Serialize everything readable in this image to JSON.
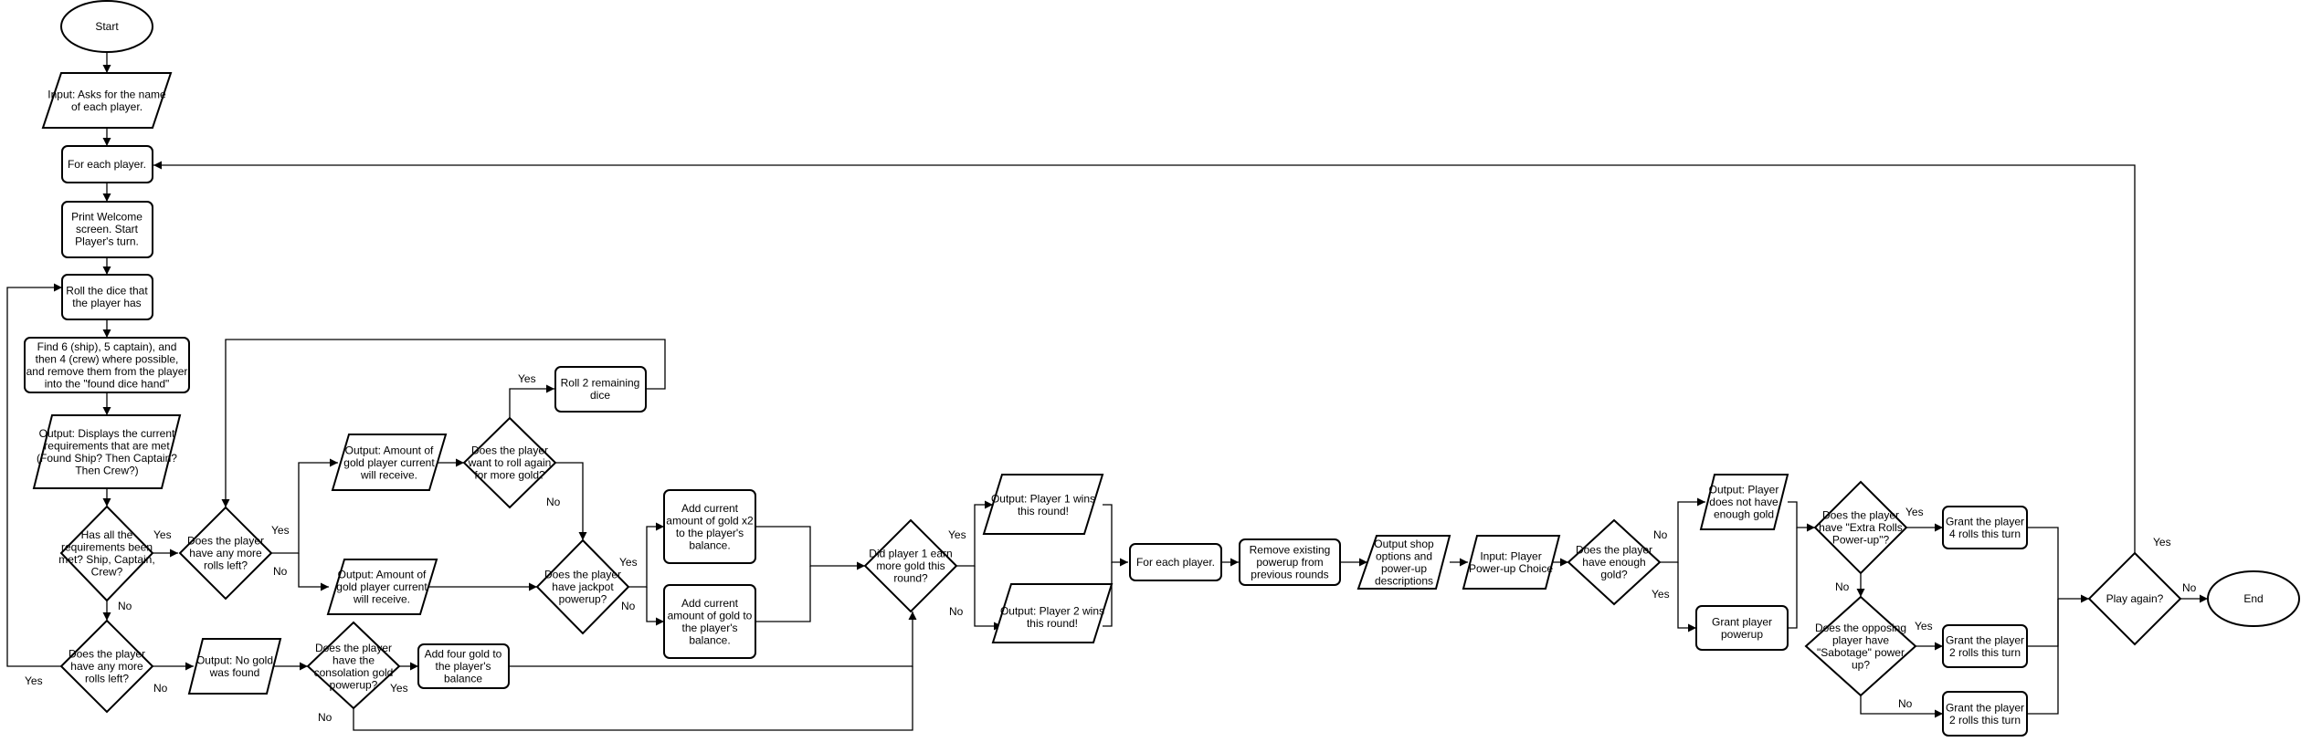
{
  "nodes": {
    "start": "Start",
    "input_names": "Input: Asks for the name|of each player.",
    "for_each_1": "For each player.",
    "print_welcome": "Print Welcome|screen. Start|Player's turn.",
    "roll_dice": "Roll the dice that|the player has",
    "find_654": "Find 6 (ship), 5 captain), and|then 4 (crew) where possible,|and remove them from the player|into the \"found dice hand\"",
    "output_req": "Output: Displays the current|requirements that are met|(Found Ship? Then Captain?|Then Crew?)",
    "has_all_req": "Has all the|requirements been|met? Ship, Captain,|Crew?",
    "rolls_left_1": "Does the player|have any more|rolls left?",
    "rolls_left_2": "Does the player|have any more|rolls left?",
    "output_no_gold": "Output: No gold|was found",
    "consolation": "Does the player|have the|consolation gold|powerup?",
    "add_four": "Add four gold to|the player's|balance",
    "output_gold_1": "Output: Amount of|gold player current|will receive.",
    "output_gold_2": "Output: Amount of|gold player current|will receive.",
    "roll_again_q": "Does the player|want to roll again|for more gold?",
    "roll_2": "Roll 2 remaining|dice",
    "jackpot_q": "Does the player|have jackpot|powerup?",
    "add_x2": "Add current|amount of gold x2|to the player's|balance.",
    "add_cur": "Add current|amount of gold to|the player's|balance.",
    "p1_more": "Did player 1 earn|more gold this|round?",
    "p1_wins": "Output: Player 1 wins|this round!",
    "p2_wins": "Output: Player 2 wins|this round!",
    "for_each_2": "For each player.",
    "remove_powerup": "Remove existing|powerup from|previous rounds",
    "output_shop": "Output shop|options and|power-up|descriptions",
    "input_powerup": "Input: Player|Power-up Choice",
    "enough_gold": "Does the player|have enough|gold?",
    "not_enough": "Output: Player|does not have|enough gold",
    "grant_powerup": "Grant player|powerup",
    "extra_rolls_q": "Does the player|have \"Extra Rolls|Power-up\"?",
    "sabotage_q": "Does the opposing|player have|\"Sabotage\" power|up?",
    "grant_4": "Grant the player|4 rolls this turn",
    "grant_2a": "Grant the player|2 rolls this turn",
    "grant_2b": "Grant the player|2 rolls this turn",
    "play_again": "Play again?",
    "end": "End"
  },
  "edge_labels": {
    "yes": "Yes",
    "no": "No"
  }
}
